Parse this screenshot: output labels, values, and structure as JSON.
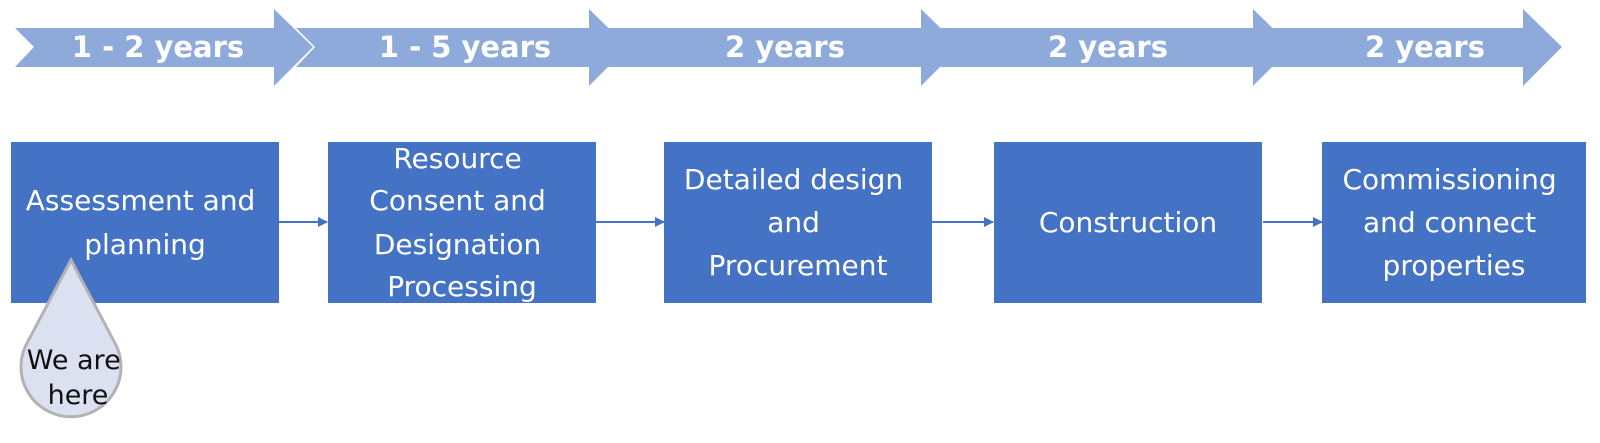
{
  "colors": {
    "chevron": "#8eaadb",
    "stage_box": "#4472c4",
    "connector": "#4472c4",
    "marker_fill": "#dbe1f1",
    "marker_stroke": "#b3b3b3"
  },
  "timeline": [
    {
      "duration": "1 - 2 years"
    },
    {
      "duration": "1 - 5 years"
    },
    {
      "duration": "2 years"
    },
    {
      "duration": "2 years"
    },
    {
      "duration": "2 years"
    }
  ],
  "stages": [
    {
      "lines": [
        "Assessment and",
        "planning"
      ]
    },
    {
      "lines": [
        "Resource",
        "Consent and",
        "Designation",
        "Processing"
      ]
    },
    {
      "lines": [
        "Detailed design",
        "and",
        "Procurement"
      ]
    },
    {
      "lines": [
        "Construction"
      ]
    },
    {
      "lines": [
        "Commissioning",
        "and connect",
        "properties"
      ]
    }
  ],
  "marker": {
    "lines": [
      "We are",
      "here"
    ],
    "stage_index": 0
  }
}
